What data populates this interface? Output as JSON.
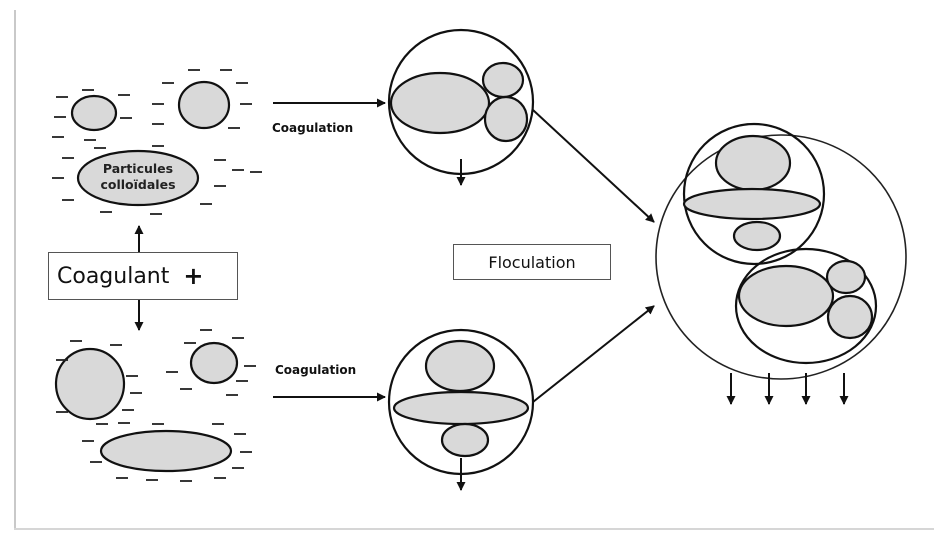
{
  "labels": {
    "particles": [
      "Particules",
      "colloïdales"
    ],
    "coagulation_top": "Coagulation",
    "coagulation_bottom": "Coagulation",
    "coagulant": "Coagulant",
    "plus": "+",
    "flocculation": "Floculation"
  }
}
